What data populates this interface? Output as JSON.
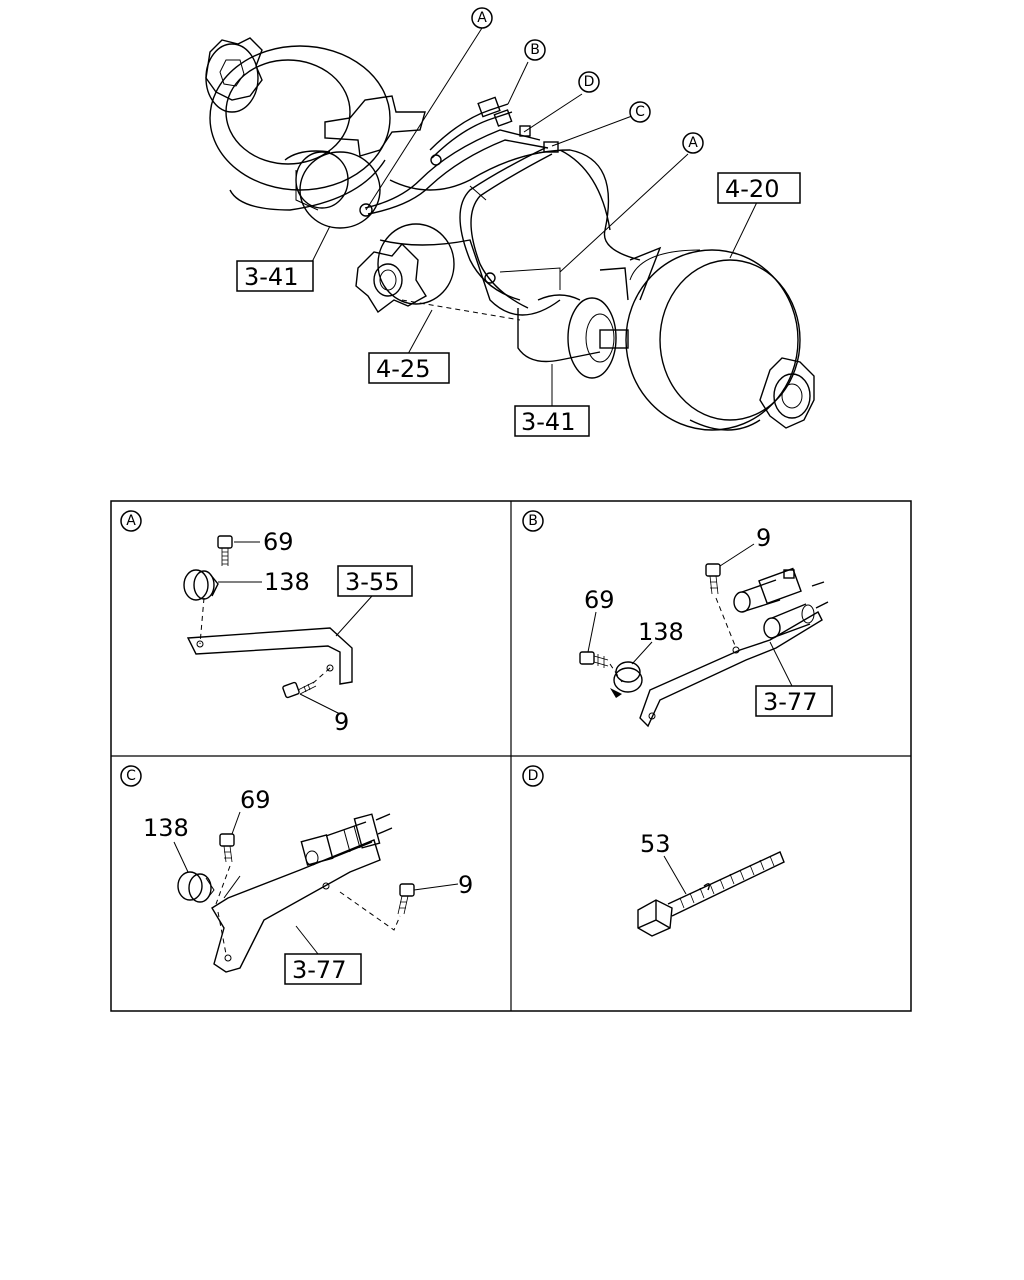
{
  "main_view": {
    "callouts": {
      "a_top": "A",
      "b": "B",
      "d": "D",
      "c": "C",
      "a_right": "A"
    },
    "refs": {
      "r1": "4-20",
      "r2": "3-41",
      "r3": "4-25",
      "r4": "3-41"
    }
  },
  "details": {
    "a": {
      "letter": "A",
      "labels": {
        "bolt_top": "69",
        "grommet": "138",
        "ref": "3-55",
        "bolt_bottom": "9"
      }
    },
    "b": {
      "letter": "B",
      "labels": {
        "bolt": "9",
        "bolt_left": "69",
        "grommet": "138",
        "ref": "3-77"
      }
    },
    "c": {
      "letter": "C",
      "labels": {
        "grommet": "138",
        "bolt_top": "69",
        "bolt_right": "9",
        "ref": "3-77"
      }
    },
    "d": {
      "letter": "D",
      "labels": {
        "tie": "53"
      }
    }
  }
}
